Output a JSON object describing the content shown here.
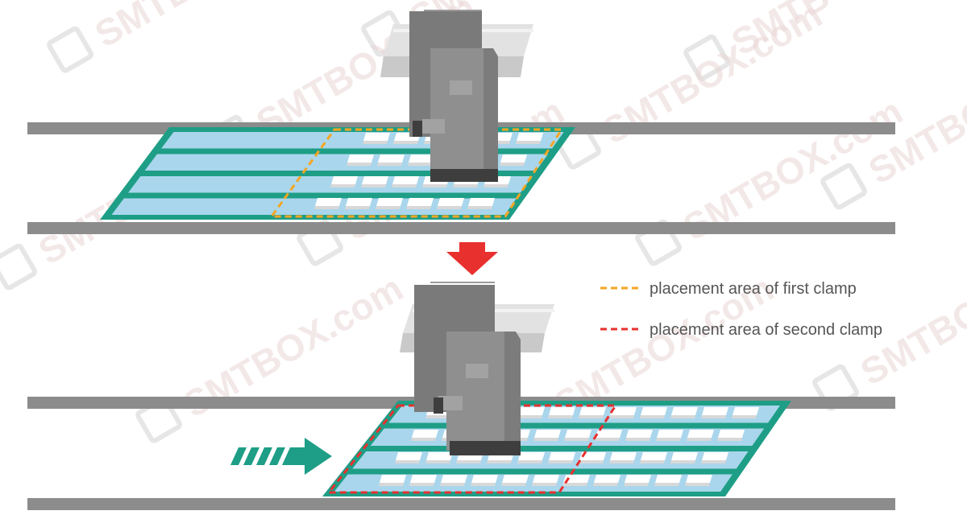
{
  "legend": {
    "first_clamp": {
      "label": "placement area of first clamp",
      "color": "#F5A623"
    },
    "second_clamp": {
      "label": "placement area of second clamp",
      "color": "#E8302E"
    }
  },
  "colors": {
    "rail": "#8C8C8C",
    "board": "#1E9E86",
    "slot": "#A9D6EC",
    "component": "#FFFFFF",
    "head_dark": "#6E6E6E",
    "head_mid": "#8E8E8E",
    "gantry": "#D4D4D4",
    "down_arrow": "#E8302E",
    "flow_arrow": "#1E9E86",
    "watermark": "#E9D6D6"
  },
  "watermark": {
    "text": "SMTBOX.com",
    "icon": "chip-logo-icon"
  },
  "icons": [
    "down-arrow-icon",
    "flow-direction-arrow-icon",
    "placement-head-icon",
    "gantry-beam-icon"
  ]
}
